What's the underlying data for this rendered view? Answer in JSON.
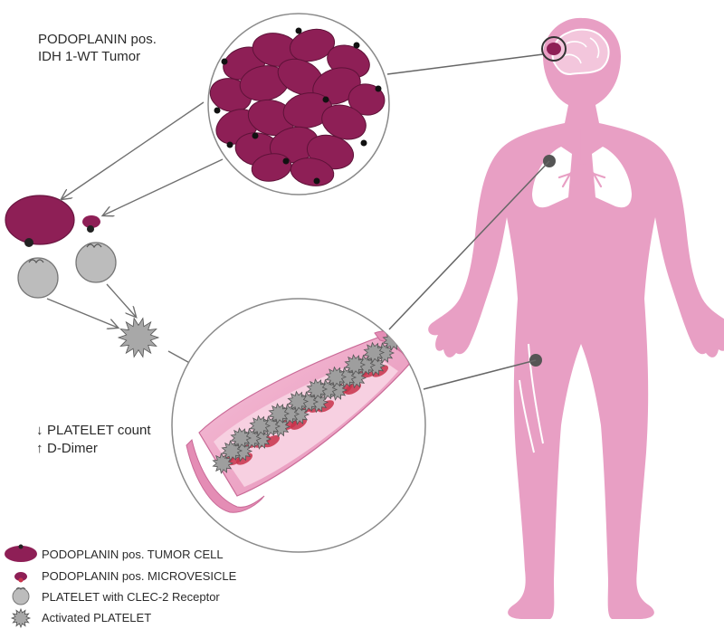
{
  "tumor_label": {
    "line1": "PODOPLANIN pos.",
    "line2": "IDH 1-WT Tumor"
  },
  "lab_findings": {
    "platelet_arrow": "↓",
    "platelet": "PLATELET count",
    "ddimer_arrow": "↑",
    "ddimer": "D-Dimer"
  },
  "legend": [
    "PODOPLANIN pos. TUMOR CELL",
    "PODOPLANIN pos. MICROVESICLE",
    "PLATELET with CLEC-2 Receptor",
    "Activated PLATELET"
  ],
  "colors": {
    "tumor_cell": "#8e1f56",
    "body": "#e89fc4",
    "platelet": "#b9b9b9",
    "activated_platelet": "#a6a6a6",
    "vessel": "#f2a9c9",
    "clot_red": "#c8334a"
  }
}
